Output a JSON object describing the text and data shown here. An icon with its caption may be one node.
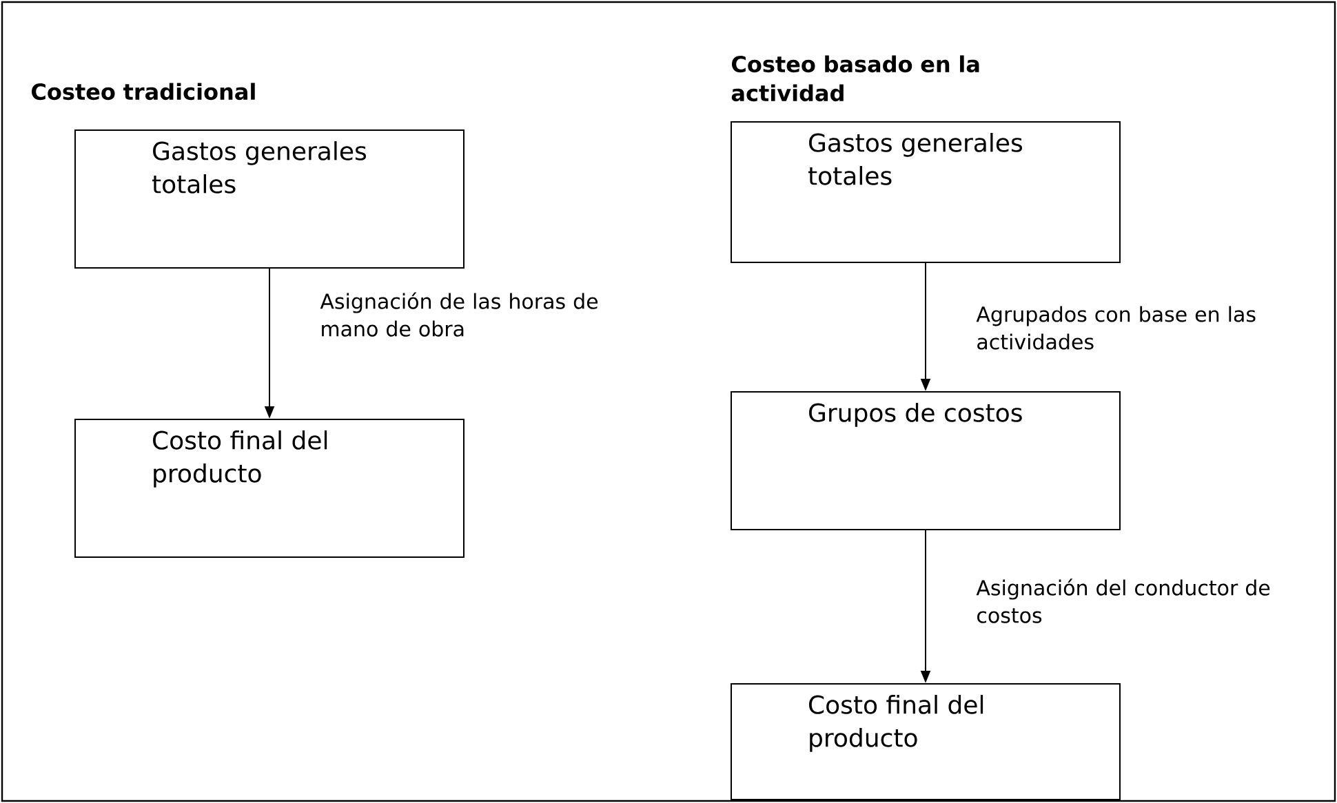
{
  "diagram": {
    "nodes": [
      {
        "text": [
          "Gastos generales totales"
        ]
      },
      {
        "text": [
          "Costo final del producto"
        ]
      },
      {
        "text": [
          "Gastos generales totales"
        ]
      },
      {
        "text": [
          "Grupos de costos"
        ]
      },
      {
        "text": [
          "Costo final del producto"
        ]
      }
    ],
    "edges": [
      {
        "from": 0,
        "to": 1,
        "arrow": "to",
        "label": "Asignación de las horas de mano de obra"
      },
      {
        "from": 2,
        "to": 3,
        "arrow": "to",
        "label": "Agrupados con base en las actividades"
      },
      {
        "from": 3,
        "to": 4,
        "arrow": "to",
        "label": "Asignación del conductor de costos"
      }
    ],
    "labels": [
      "Costeo tradicional",
      "Costeo basado en la actividad"
    ]
  }
}
